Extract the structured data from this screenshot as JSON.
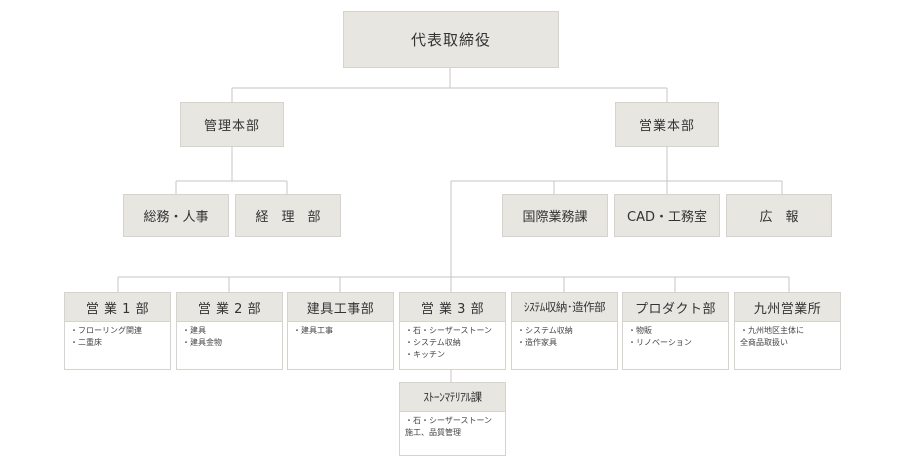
{
  "colors": {
    "box_fill": "#e8e6e1",
    "box_border": "#d6d3cc",
    "line": "#c8c6c0",
    "text": "#333333"
  },
  "ceo": "代表取締役",
  "divisions": {
    "admin": "管理本部",
    "sales": "営業本部"
  },
  "admin_units": [
    "総務・人事",
    "経　理　部"
  ],
  "sales_units": [
    "国際業務課",
    "CAD・工務室",
    "広　報"
  ],
  "departments": [
    {
      "name": "営 業 1 部",
      "items": [
        "・フローリング関連",
        "・二重床"
      ]
    },
    {
      "name": "営 業 2 部",
      "items": [
        "・建具",
        "・建具金物"
      ]
    },
    {
      "name": "建具工事部",
      "items": [
        "・建具工事"
      ]
    },
    {
      "name": "営 業 3 部",
      "items": [
        "・石・シーザーストーン",
        "・システム収納",
        "・キッチン"
      ]
    },
    {
      "name": "ｼｽﾃﾑ収納･造作部",
      "items": [
        "・システム収納",
        "・造作家具"
      ]
    },
    {
      "name": "プロダクト部",
      "items": [
        "・物販",
        "・リノベーション"
      ]
    },
    {
      "name": "九州営業所",
      "items": [
        "・九州地区主体に",
        "全商品取扱い"
      ]
    }
  ],
  "sub_department": {
    "name": "ｽﾄｰﾝﾏﾃﾘｱﾙ課",
    "items": [
      "・石・シーザーストーン",
      "施工、品質管理"
    ]
  }
}
